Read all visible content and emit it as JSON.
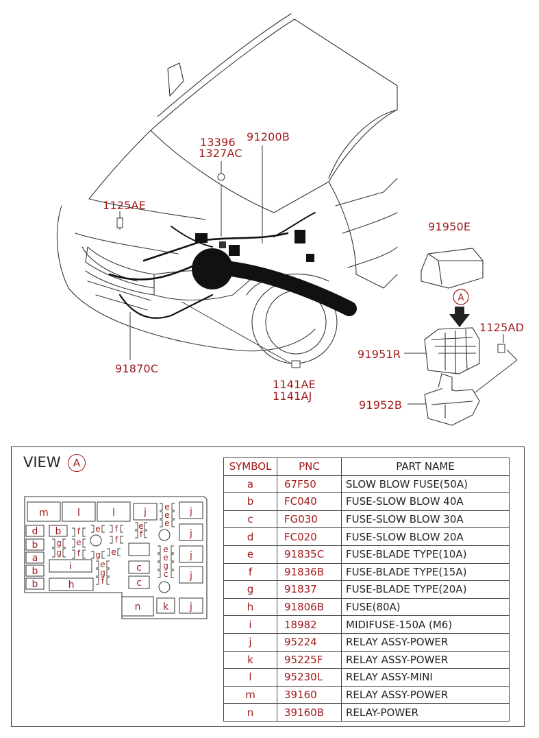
{
  "callouts": {
    "c13396": "13396",
    "c1327AC": "1327AC",
    "c91200B": "91200B",
    "c1125AE": "1125AE",
    "c91950E": "91950E",
    "c1125AD": "1125AD",
    "c91951R": "91951R",
    "c91870C": "91870C",
    "c1141AE": "1141AE",
    "c1141AJ": "1141AJ",
    "c91952B": "91952B",
    "arrowA": "A"
  },
  "view": {
    "label": "VIEW",
    "ref": "A"
  },
  "fusebox": {
    "m": "m",
    "l": "l",
    "j": "j",
    "d": "d",
    "b": "b",
    "a": "a",
    "f": "f",
    "e": "e",
    "g": "g",
    "i": "i",
    "h": "h",
    "c": "c",
    "n": "n",
    "k": "k"
  },
  "table": {
    "headers": [
      "SYMBOL",
      "PNC",
      "PART NAME"
    ],
    "rows": [
      [
        "a",
        "67F50",
        "SLOW BLOW FUSE(50A)"
      ],
      [
        "b",
        "FC040",
        "FUSE-SLOW BLOW 40A"
      ],
      [
        "c",
        "FG030",
        "FUSE-SLOW BLOW 30A"
      ],
      [
        "d",
        "FC020",
        "FUSE-SLOW BLOW 20A"
      ],
      [
        "e",
        "91835C",
        "FUSE-BLADE TYPE(10A)"
      ],
      [
        "f",
        "91836B",
        "FUSE-BLADE TYPE(15A)"
      ],
      [
        "g",
        "91837",
        "FUSE-BLADE TYPE(20A)"
      ],
      [
        "h",
        "91806B",
        "FUSE(80A)"
      ],
      [
        "i",
        "18982",
        "MIDIFUSE-150A (M6)"
      ],
      [
        "j",
        "95224",
        "RELAY ASSY-POWER"
      ],
      [
        "k",
        "95225F",
        "RELAY ASSY-POWER"
      ],
      [
        "l",
        "95230L",
        "RELAY ASSY-MINI"
      ],
      [
        "m",
        "39160",
        "RELAY ASSY-POWER"
      ],
      [
        "n",
        "39160B",
        "RELAY-POWER"
      ]
    ]
  }
}
